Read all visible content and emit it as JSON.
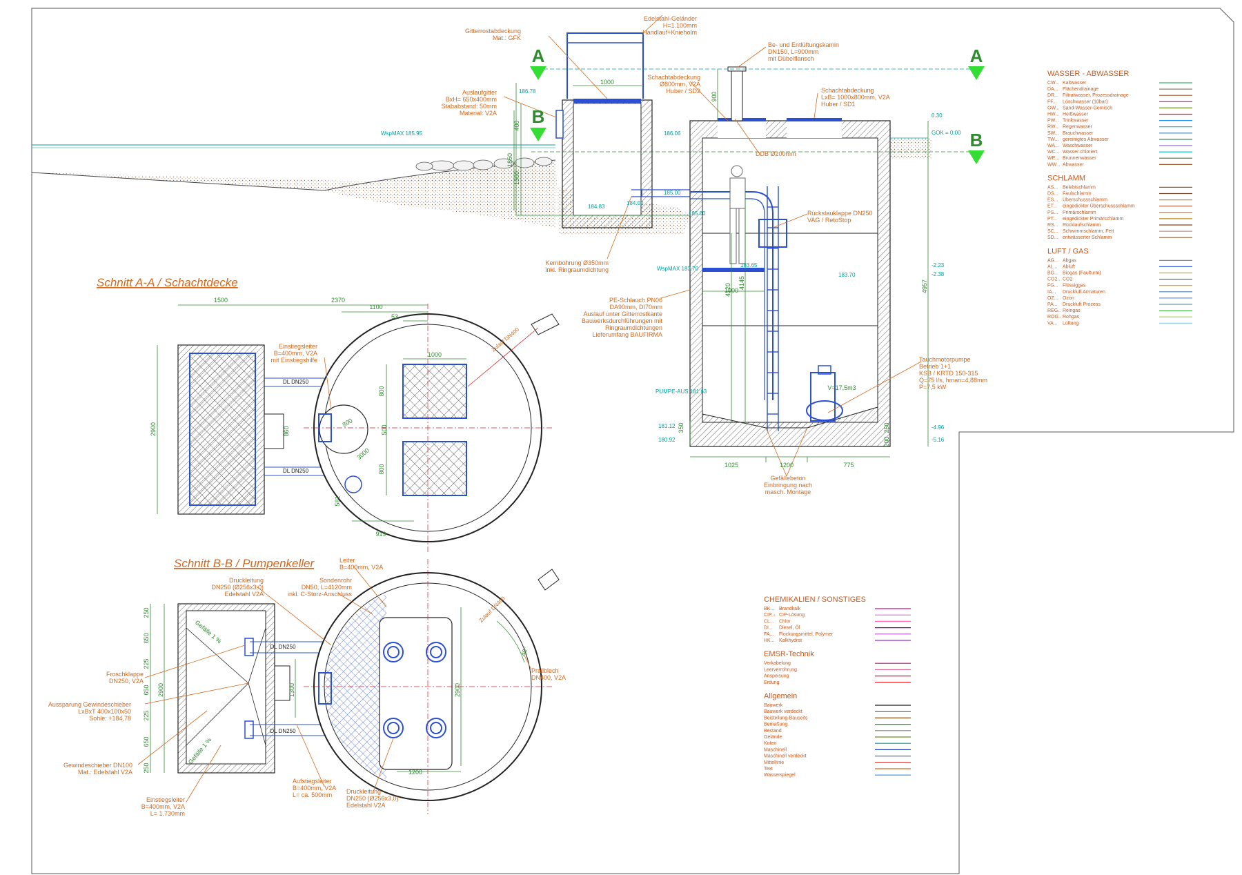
{
  "sections": {
    "aa_title": "Schnitt A-A / Schachtdecke",
    "bb_title": "Schnitt B-B / Pumpenkeller",
    "marker_a": "A",
    "marker_b": "B"
  },
  "elevation": {
    "labels": [
      {
        "key": "gelaender",
        "lines": [
          "Edelstahl-Geländer",
          "H=1.100mm",
          "Handlauf+Knieholm"
        ]
      },
      {
        "key": "gitterrost",
        "lines": [
          "Gitterrostabdeckung",
          "Mat.: GFK"
        ]
      },
      {
        "key": "kamin",
        "lines": [
          "Be- und Entlüftungskamin",
          "DN150, L=900mm",
          "mit Dübelflansch"
        ]
      },
      {
        "key": "schachtabdeckung1",
        "lines": [
          "Schachtabdeckung",
          "Ø800mm, V2A",
          "Huber / SD2"
        ]
      },
      {
        "key": "schachtabdeckung2",
        "lines": [
          "Schachtabdeckung",
          "LxB= 1000x800mm, V2A",
          "Huber / SD1"
        ]
      },
      {
        "key": "auslaufgitter",
        "lines": [
          "Auslaufgitter",
          "BxH= 650x400mm",
          "Stababstand: 50mm",
          "Material: V2A"
        ]
      },
      {
        "key": "ddb",
        "lines": [
          "DDB Ø200mm"
        ]
      },
      {
        "key": "rueckstau",
        "lines": [
          "Rückstauklappe DN250",
          "VAG / RetoStop"
        ]
      },
      {
        "key": "kernbohrung",
        "lines": [
          "Kernbohrung Ø350mm",
          "inkl. Ringraumdichtung"
        ]
      },
      {
        "key": "peschlauch",
        "lines": [
          "PE-Schlauch PN06",
          "DA90mm, DI70mm",
          "Auslauf unter Gitterrostkante",
          "Bauwerksdurchführungen mit",
          "Ringraumdichtungen",
          "Lieferumfang BAUFIRMA"
        ]
      },
      {
        "key": "pumpe",
        "lines": [
          "Tauchmotorpumpe",
          "Betrieb 1+1",
          "KSB / KRTD 150-315",
          "Q=75 l/s, hman=4,88mm",
          "P=7,5 kW"
        ]
      },
      {
        "key": "gefaelle",
        "lines": [
          "Gefällebeton",
          "Einbringung nach",
          "masch. Montage"
        ]
      }
    ],
    "levels": [
      "186.78",
      "WspMAX 185.95",
      "186.06",
      "184.83",
      "184.00",
      "185.00",
      "185.00",
      "WspMAX 183.70",
      "183.65",
      "183.70",
      "PUMPE-AUS 181.63",
      "181.12",
      "180.92",
      "0.30",
      "GOK = 0.00",
      "-2.23",
      "-2.38",
      "-4.96",
      "-5.16"
    ],
    "dims": [
      "1000",
      "400",
      "1300",
      "1850",
      "900",
      "1000",
      "4120",
      "4145",
      "4957",
      "350",
      "250",
      "200",
      "1025",
      "1200",
      "775",
      "1000",
      "V=17,5m3"
    ]
  },
  "section_aa": {
    "dims": [
      "1500",
      "2370",
      "1100",
      "53",
      "1000",
      "800",
      "500",
      "800",
      "2900",
      "860",
      "800",
      "3000",
      "581",
      "919"
    ],
    "labels": [
      "Einstiegsleiter",
      "B=400mm, V2A",
      "mit Einstiegshilfe",
      "DL DN250",
      "DL DN250",
      "Zulauf DN400"
    ]
  },
  "section_bb": {
    "labels": [
      {
        "key": "leiter",
        "lines": [
          "Leiter",
          "B=400mm, V2A"
        ]
      },
      {
        "key": "druck1",
        "lines": [
          "Druckleitung",
          "DN250 (Ø256x3,0)",
          "Edelstahl V2A"
        ]
      },
      {
        "key": "sonde",
        "lines": [
          "Sondenrohr",
          "DN50, L=4120mm",
          "inkl. C-Storz-Anschluss"
        ]
      },
      {
        "key": "frosch",
        "lines": [
          "Froschklappe",
          "DN250, V2A"
        ]
      },
      {
        "key": "aussparung",
        "lines": [
          "Aussparung Gewindeschieber",
          "LxBxT 400x100x50",
          "Sohle: +184,78"
        ]
      },
      {
        "key": "gewinde",
        "lines": [
          "Gewindeschieber DN100",
          "Mat.: Edelstahl V2A"
        ]
      },
      {
        "key": "einstieg",
        "lines": [
          "Einstiegsleiter",
          "B=400mm, V2A",
          "L= 1.730mm"
        ]
      },
      {
        "key": "aufstieg",
        "lines": [
          "Aufstiegsleiter",
          "B=400mm, V2A",
          "L= ca. 500mm"
        ]
      },
      {
        "key": "druck2",
        "lines": [
          "Druckleitung",
          "DN250 (Ø256x3,0)",
          "Edelstahl V2A"
        ]
      },
      {
        "key": "prall",
        "lines": [
          "Prallblech",
          "DN400, V2A"
        ]
      }
    ],
    "dims": [
      "250",
      "650",
      "225",
      "650",
      "225",
      "650",
      "250",
      "2900",
      "1300",
      "2900",
      "1200",
      "40°",
      "DL DN250",
      "DL DN250",
      "Gefälle 1 %",
      "Gefälle 1 %",
      "Zulauf DN400"
    ]
  },
  "legend": {
    "groups": [
      {
        "title": "WASSER - ABWASSER",
        "items": [
          [
            "CW...",
            "Kaltwasser",
            "#3cb371"
          ],
          [
            "DA...",
            "Flächendrainage",
            "#8b7d6b"
          ],
          [
            "DR...",
            "Filtratwasser, Prozessdrainage",
            "#a0522d"
          ],
          [
            "FF...",
            "Löschwasser (10bar)",
            "#c71585"
          ],
          [
            "GW...",
            "Sand-Wasser-Gemisch",
            "#6b8e23"
          ],
          [
            "HW...",
            "Heißwasser",
            "#dc143c"
          ],
          [
            "PW...",
            "Trinkwasser",
            "#1e90ff"
          ],
          [
            "RW...",
            "Regenwasser",
            "#20b2aa"
          ],
          [
            "SW...",
            "Brauchwasser",
            "#4682b4"
          ],
          [
            "TW...",
            "gereinigtes Abwasser",
            "#2e8b57"
          ],
          [
            "WA...",
            "Waschwasser",
            "#9370db"
          ],
          [
            "WC...",
            "Wasser chloriert",
            "#00ced1"
          ],
          [
            "WE...",
            "Brunnenwasser",
            "#556b2f"
          ],
          [
            "WW...",
            "Abwasser",
            "#8b4513"
          ]
        ]
      },
      {
        "title": "SCHLAMM",
        "items": [
          [
            "AS...",
            "Belebtschlamm",
            "#8b5a2b"
          ],
          [
            "DS...",
            "Faulschlamm",
            "#6b4226"
          ],
          [
            "ES...",
            "Überschussschlamm",
            "#cd853f"
          ],
          [
            "ET...",
            "eingedickter Überschussschlamm",
            "#a0522d"
          ],
          [
            "PS...",
            "Primärschlamm",
            "#d2691e"
          ],
          [
            "PT...",
            "eingedickter Primärschlamm",
            "#b8860b"
          ],
          [
            "RS...",
            "Rücklaufschlamm",
            "#8b4513"
          ],
          [
            "SC...",
            "Schwimmschlamm, Fett",
            "#bc8f8f"
          ],
          [
            "SD...",
            "entwässerter Schlamm",
            "#996633"
          ]
        ]
      },
      {
        "title": "LUFT / GAS",
        "items": [
          [
            "AG...",
            "Abgas",
            "#708090"
          ],
          [
            "AL...",
            "Abluft",
            "#4169e1"
          ],
          [
            "BG...",
            "Biogas (Faulturm)",
            "#daa520"
          ],
          [
            "CO2..",
            "CO2",
            "#696969"
          ],
          [
            "FG...",
            "Flüssiggas",
            "#ff8c00"
          ],
          [
            "IA...",
            "Druckluft Armaturen",
            "#4682b4"
          ],
          [
            "OZ...",
            "Ozon",
            "#6495ed"
          ],
          [
            "PA...",
            "Druckluft Prozess",
            "#5f9ea0"
          ],
          [
            "REG..",
            "Reingas",
            "#32cd32"
          ],
          [
            "ROG..",
            "Rohgas",
            "#9acd32"
          ],
          [
            "VA...",
            "Lüftung",
            "#87ceeb"
          ]
        ]
      }
    ],
    "groups2": [
      {
        "title": "CHEMIKALIEN / SONSTIGES",
        "items": [
          [
            "BK...",
            "Brandkalk",
            "#c71585"
          ],
          [
            "CIP...",
            "CIP-Lösung",
            "#da70d6"
          ],
          [
            "CL...",
            "Chlor",
            "#ff69b4"
          ],
          [
            "DI...",
            "Diesel, Öl",
            "#8b008b"
          ],
          [
            "FA...",
            "Flockungsmittel, Polymer",
            "#ba55d3"
          ],
          [
            "HK...",
            "Kalkhydrat",
            "#9932cc"
          ]
        ]
      },
      {
        "title": "EMSR-Technik",
        "items": [
          [
            "",
            "Verkabelung",
            "#c71585"
          ],
          [
            "",
            "Leerverrohrung",
            "#db7093"
          ],
          [
            "",
            "Anspeisung",
            "#dc143c"
          ],
          [
            "",
            "Erdung",
            "#ff0000"
          ]
        ]
      },
      {
        "title": "Allgemein",
        "items": [
          [
            "",
            "Bauwerk",
            "#1a1a1a"
          ],
          [
            "",
            "Bauwerk verdeckt",
            "#555555"
          ],
          [
            "",
            "Beistellung-Bauseits",
            "#8b4513"
          ],
          [
            "",
            "Bemaßung",
            "#2e8b2e"
          ],
          [
            "",
            "Bestand",
            "#808080"
          ],
          [
            "",
            "Gelände",
            "#6b8e23"
          ],
          [
            "",
            "Koten",
            "#00a0a0"
          ],
          [
            "",
            "Maschinell",
            "#1f3fbf"
          ],
          [
            "",
            "Maschinell verdeckt",
            "#4a6fd0"
          ],
          [
            "",
            "Mittellinie",
            "#cc2222"
          ],
          [
            "",
            "Text",
            "#d2691e"
          ],
          [
            "",
            "Wasserspiegel",
            "#1e90ff"
          ]
        ]
      }
    ]
  }
}
